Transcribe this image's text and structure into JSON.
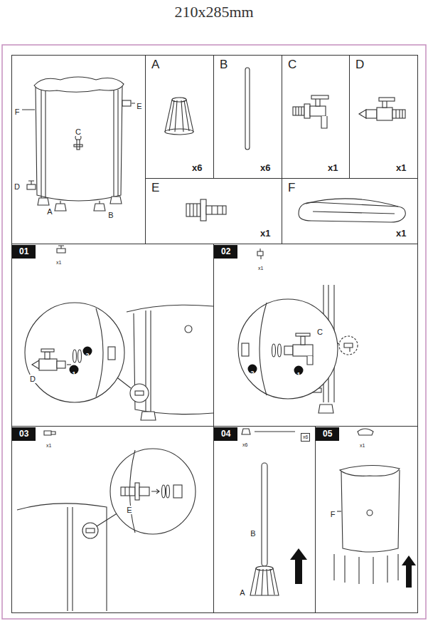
{
  "diagram": {
    "title": "210x285mm",
    "nodes": [
      {
        "text": [
          "A",
          "x6"
        ]
      },
      {
        "text": [
          "B",
          "x6"
        ]
      },
      {
        "text": [
          "C",
          "x1"
        ]
      },
      {
        "text": [
          "D",
          "x1"
        ]
      },
      {
        "text": [
          "E",
          "x1"
        ]
      },
      {
        "text": [
          "F",
          "x1"
        ]
      },
      {
        "text": [
          "01",
          "x1"
        ]
      },
      {
        "text": [
          "02",
          "x1"
        ]
      },
      {
        "text": [
          "03",
          "x1"
        ]
      },
      {
        "text": [
          "04",
          "x6",
          "x6"
        ]
      },
      {
        "text": [
          "05",
          "x1"
        ]
      }
    ],
    "labels": [
      "F",
      "E",
      "C",
      "D",
      "A",
      "B",
      "D",
      "2",
      "1",
      "2",
      "1",
      "C",
      "E",
      "B",
      "A",
      "F"
    ]
  }
}
